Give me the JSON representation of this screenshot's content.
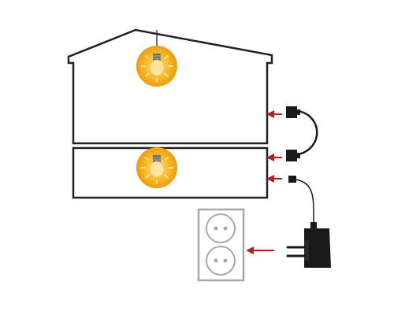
{
  "diagram": {
    "house": {
      "floors": 2
    },
    "lights": [
      {
        "name": "upper-floor-bulb",
        "state": "on"
      },
      {
        "name": "lower-floor-bulb",
        "state": "on"
      }
    ],
    "connections": [
      {
        "from": "upper-floor",
        "to": "lower-floor",
        "kind": "jumper-cable"
      },
      {
        "from": "power-adapter",
        "to": "lower-floor",
        "kind": "dc-cable"
      },
      {
        "from": "power-adapter",
        "to": "wall-outlet",
        "kind": "plug"
      }
    ],
    "outlet": {
      "sockets": 2
    }
  },
  "colors": {
    "outline": "#222222",
    "arrow": "#b52025",
    "bulb_glow": "#f6b21f",
    "bulb_glass": "#fbe5a0",
    "bulb_base": "#6e6e6e",
    "outlet_frame": "#a8a8a8",
    "adapter": "#1a1a1a"
  },
  "icons": [
    "lightbulb-icon",
    "arrow-left-icon",
    "connector-plug-icon",
    "wall-outlet-icon",
    "power-adapter-icon"
  ]
}
